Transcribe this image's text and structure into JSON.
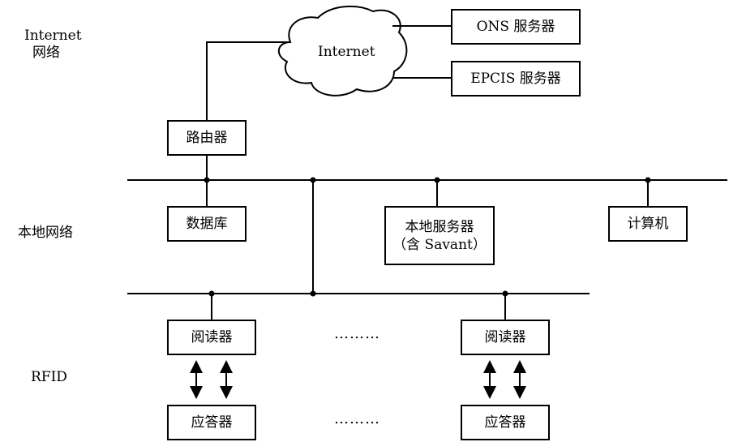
{
  "layers": {
    "internet": [
      "Internet",
      "网络"
    ],
    "local": "本地网络",
    "rfid": "RFID"
  },
  "cloud": {
    "label": "Internet"
  },
  "servers": {
    "ons": "ONS 服务器",
    "epcis": "EPCIS 服务器"
  },
  "router": "路由器",
  "local_network": {
    "database": "数据库",
    "local_server": [
      "本地服务器",
      "（含 Savant）"
    ],
    "computer": "计算机"
  },
  "rfid": {
    "reader_left": "阅读器",
    "reader_right": "阅读器",
    "responder_left": "应答器",
    "responder_right": "应答器",
    "ellipsis_top": "………",
    "ellipsis_bottom": "………"
  }
}
